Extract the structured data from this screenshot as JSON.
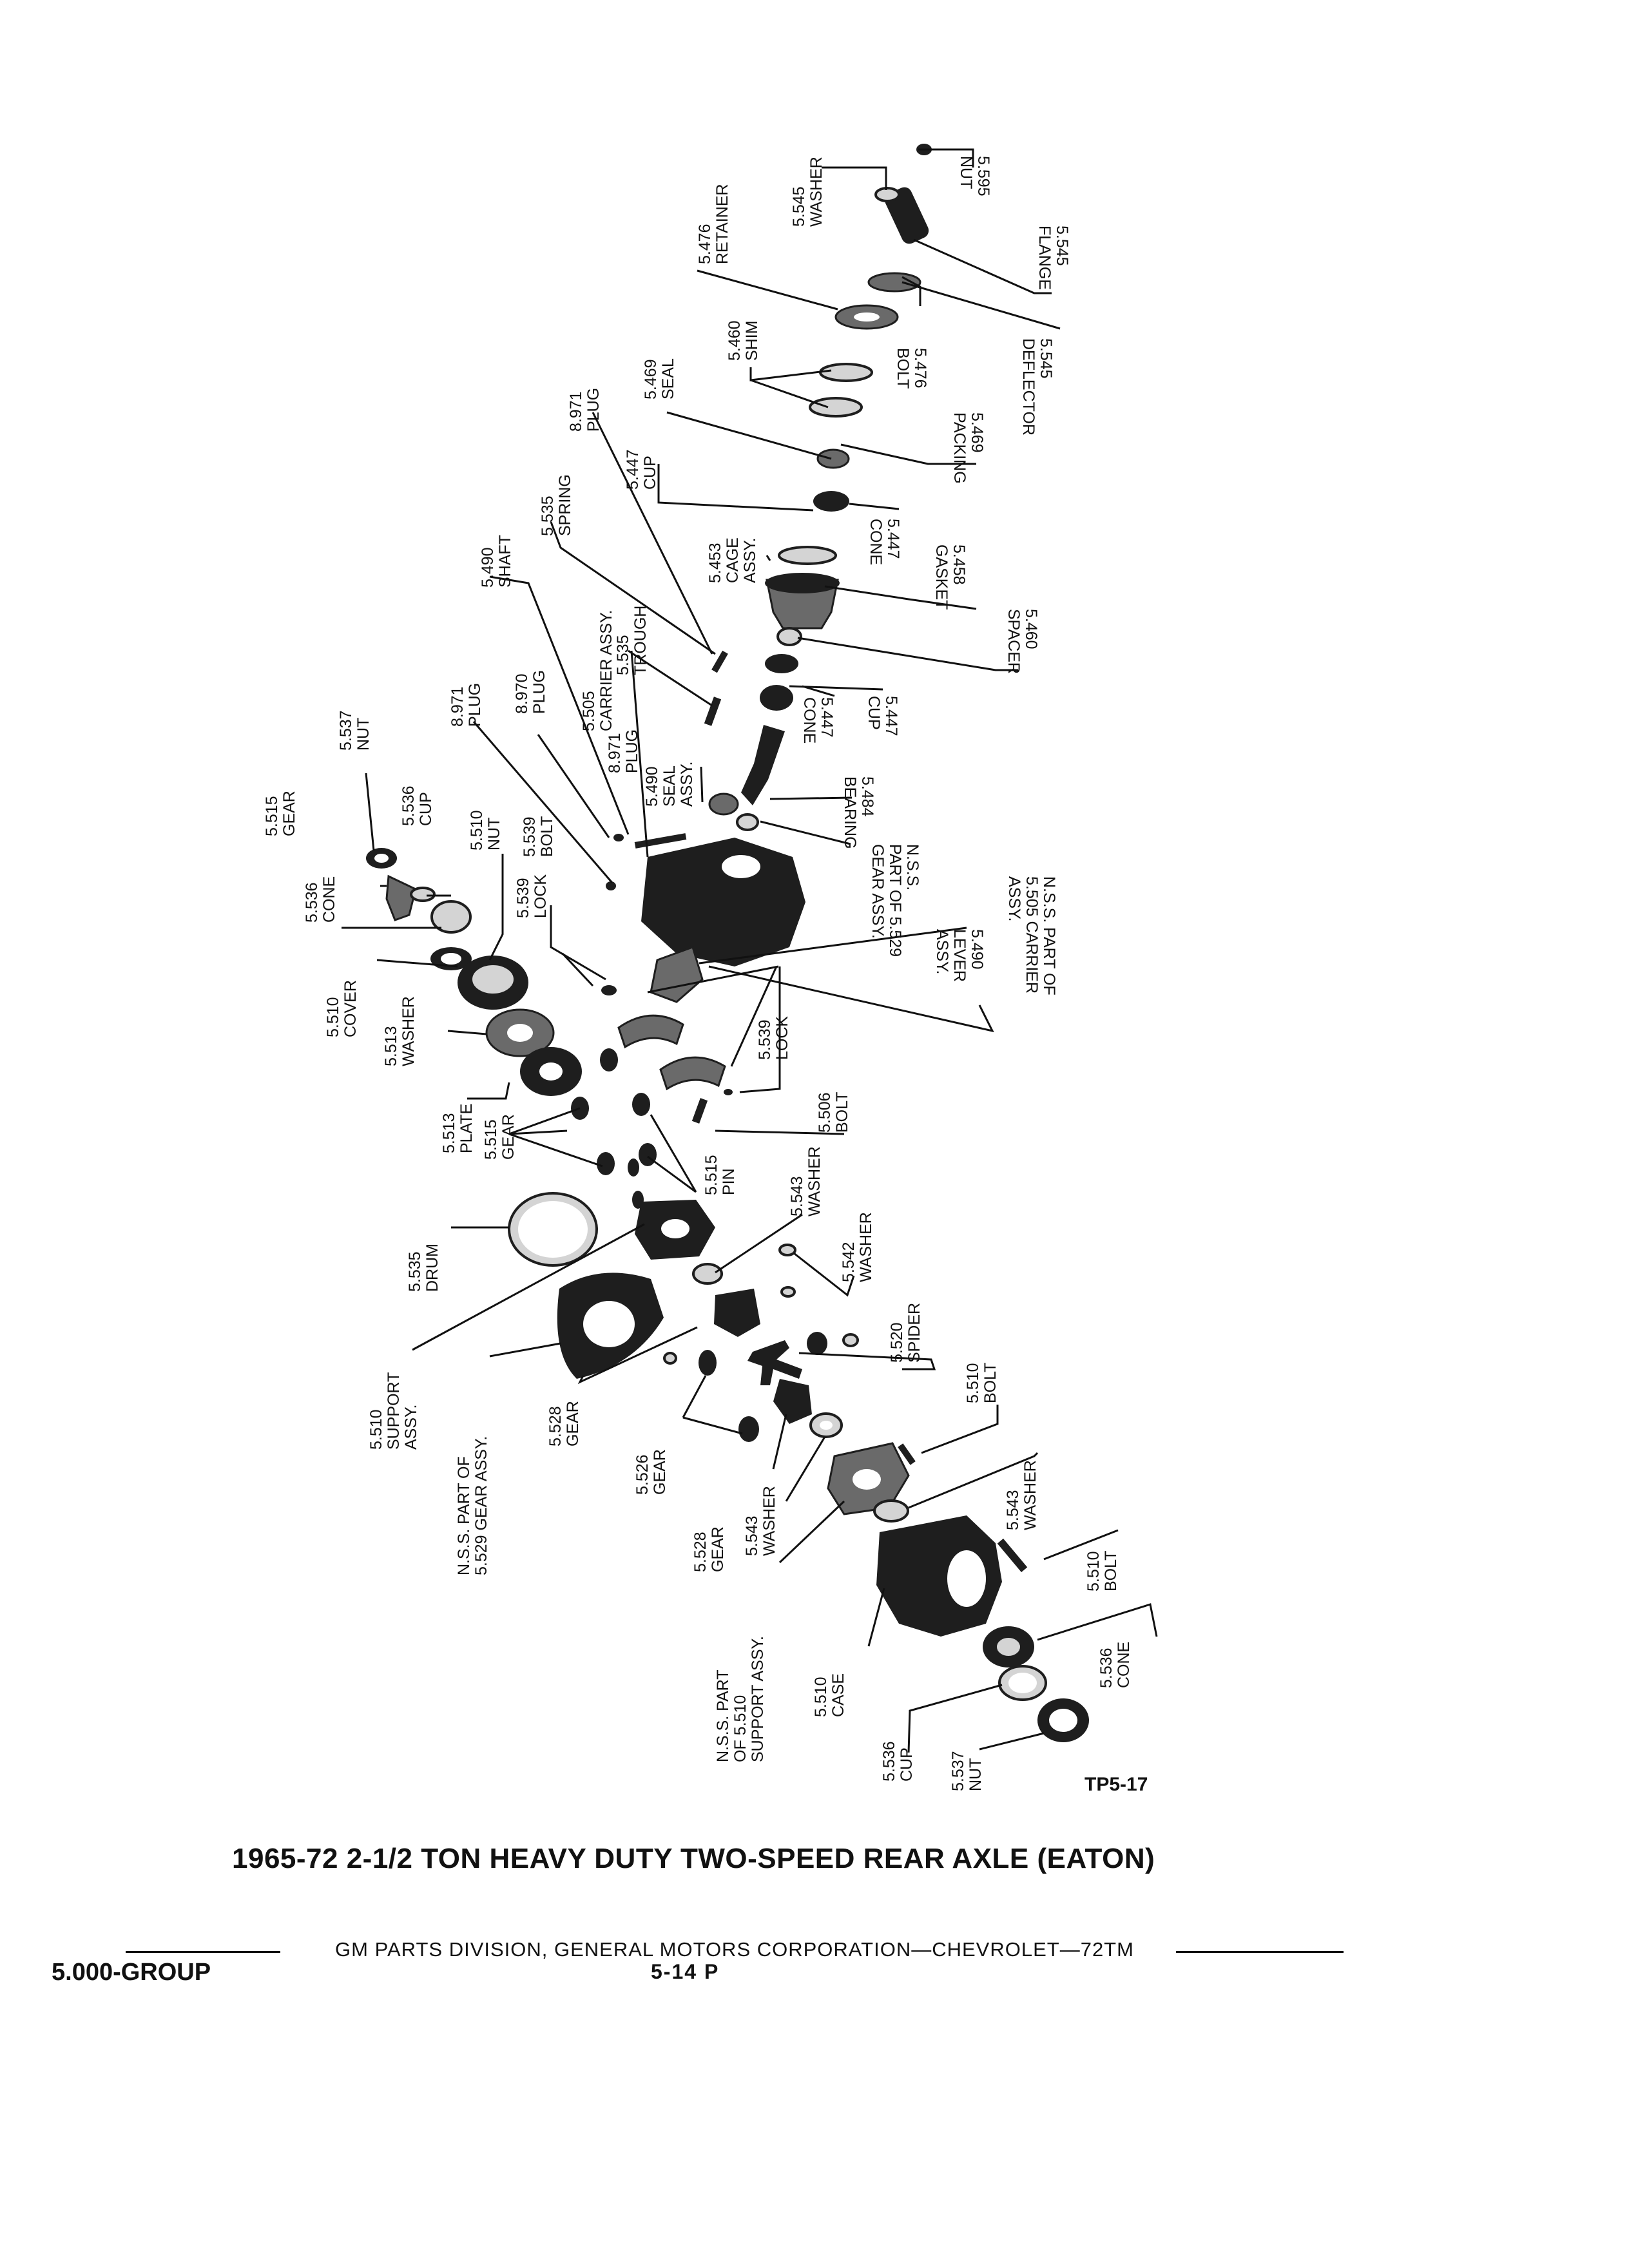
{
  "callouts": [
    {
      "num": "5.595",
      "name": "NUT"
    },
    {
      "num": "5.545",
      "name": "WASHER"
    },
    {
      "num": "5.545",
      "name": "FLANGE"
    },
    {
      "num": "5.476",
      "name": "RETAINER"
    },
    {
      "num": "5.476",
      "name": "BOLT"
    },
    {
      "num": "5.545",
      "name": "DEFLECTOR"
    },
    {
      "num": "5.460",
      "name": "SHIM"
    },
    {
      "num": "5.469",
      "name": "PACKING"
    },
    {
      "num": "5.469",
      "name": "SEAL"
    },
    {
      "num": "8.971",
      "name": "PLUG"
    },
    {
      "num": "5.447",
      "name": "CUP"
    },
    {
      "num": "5.447",
      "name": "CONE"
    },
    {
      "num": "5.535",
      "name": "SPRING"
    },
    {
      "num": "5.453",
      "name": "CAGE",
      "name2": "ASSY."
    },
    {
      "num": "5.458",
      "name": "GASKET"
    },
    {
      "num": "5.490",
      "name": "SHAFT"
    },
    {
      "num": "5.460",
      "name": "SPACER"
    },
    {
      "num": "5.505",
      "name": "CARRIER ASSY."
    },
    {
      "num": "5.535",
      "name": "TROUGH"
    },
    {
      "num": "5.447",
      "name": "CONE"
    },
    {
      "num": "5.447",
      "name": "CUP"
    },
    {
      "num": "8.971",
      "name": "PLUG"
    },
    {
      "num": "8.970",
      "name": "PLUG"
    },
    {
      "num": "8.971",
      "name": "PLUG"
    },
    {
      "num": "5.490",
      "name": "SEAL",
      "name2": "ASSY."
    },
    {
      "num": "5.537",
      "name": "NUT"
    },
    {
      "num": "5.515",
      "name": "GEAR"
    },
    {
      "num": "5.536",
      "name": "CUP"
    },
    {
      "num": "5.510",
      "name": "NUT"
    },
    {
      "num": "5.539",
      "name": "BOLT"
    },
    {
      "num": "5.536",
      "name": "CONE"
    },
    {
      "num": "5.539",
      "name": "LOCK"
    },
    {
      "num": "5.484",
      "name": "BEARING"
    },
    {
      "num": "N.S.S.",
      "name": "PART OF 5.529",
      "name2": "GEAR ASSY."
    },
    {
      "num": "5.490",
      "name": "LEVER",
      "name2": "ASSY."
    },
    {
      "num": "N.S.S. PART OF",
      "name": "5.505 CARRIER",
      "name2": "ASSY."
    },
    {
      "num": "5.510",
      "name": "COVER"
    },
    {
      "num": "5.513",
      "name": "WASHER"
    },
    {
      "num": "5.539",
      "name": "LOCK"
    },
    {
      "num": "5.513",
      "name": "PLATE"
    },
    {
      "num": "5.515",
      "name": "GEAR"
    },
    {
      "num": "5.506",
      "name": "BOLT"
    },
    {
      "num": "5.515",
      "name": "PIN"
    },
    {
      "num": "5.543",
      "name": "WASHER"
    },
    {
      "num": "5.535",
      "name": "DRUM"
    },
    {
      "num": "5.542",
      "name": "WASHER"
    },
    {
      "num": "5.520",
      "name": "SPIDER"
    },
    {
      "num": "5.510",
      "name": "SUPPORT",
      "name2": "ASSY."
    },
    {
      "num": "N.S.S. PART OF",
      "name": "5.529 GEAR ASSY."
    },
    {
      "num": "5.528",
      "name": "GEAR"
    },
    {
      "num": "5.510",
      "name": "BOLT"
    },
    {
      "num": "5.526",
      "name": "GEAR"
    },
    {
      "num": "5.543",
      "name": "WASHER"
    },
    {
      "num": "5.528",
      "name": "GEAR"
    },
    {
      "num": "5.543",
      "name": "WASHER"
    },
    {
      "num": "5.510",
      "name": "BOLT"
    },
    {
      "num": "N.S.S. PART",
      "name": "OF 5.510",
      "name2": "SUPPORT ASSY."
    },
    {
      "num": "5.510",
      "name": "CASE"
    },
    {
      "num": "5.536",
      "name": "CONE"
    },
    {
      "num": "5.536",
      "name": "CUP"
    },
    {
      "num": "5.537",
      "name": "NUT"
    }
  ],
  "figure_code": "TP5-17",
  "title": "1965-72 2-1/2 TON HEAVY DUTY TWO-SPEED REAR AXLE (EATON)",
  "footer": {
    "text": "GM PARTS DIVISION, GENERAL MOTORS CORPORATION—CHEVROLET—72TM",
    "group": "5.000-GROUP",
    "page": "5-14 P"
  }
}
